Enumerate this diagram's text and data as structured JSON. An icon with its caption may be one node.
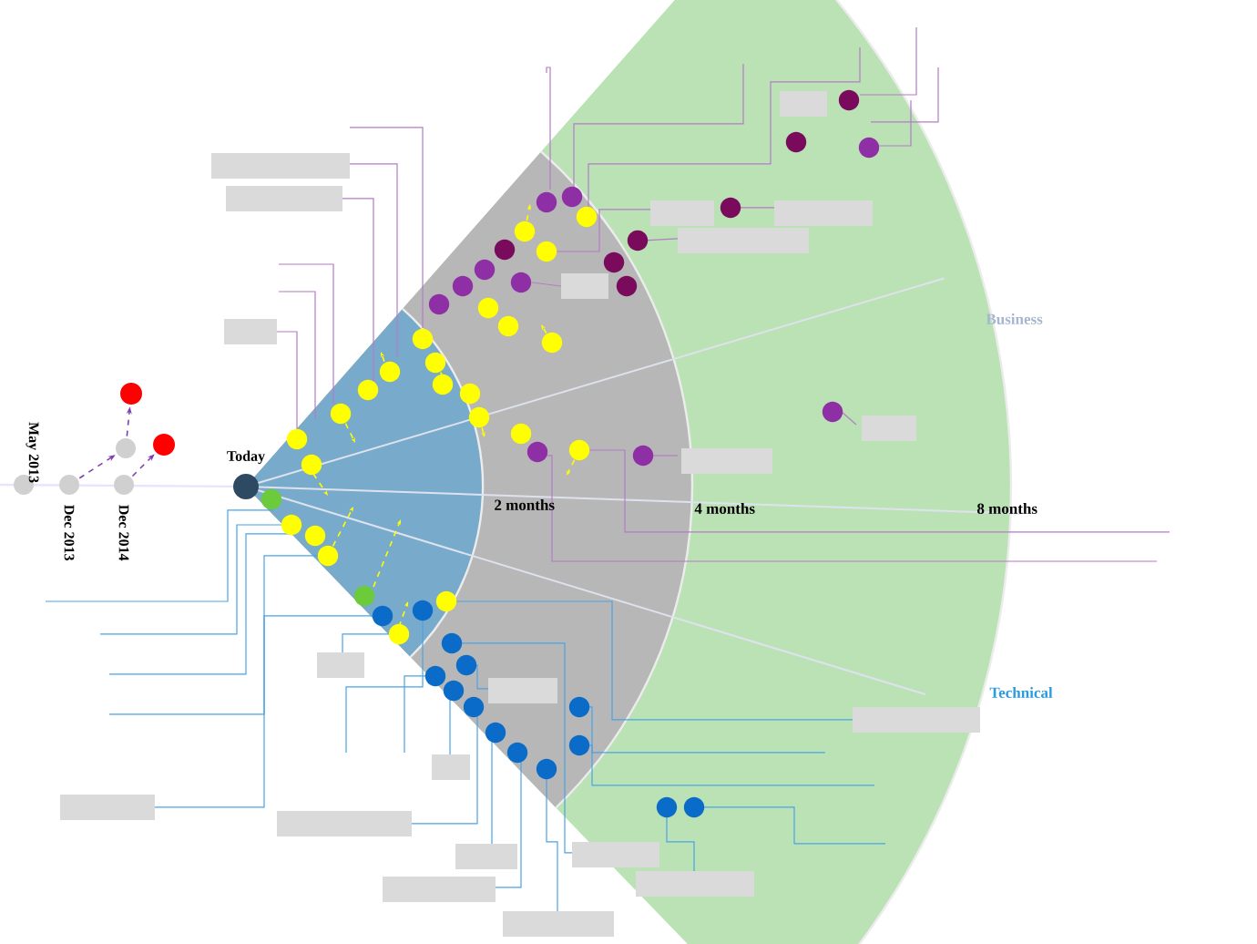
{
  "diagram": {
    "nodes": [
      {
        "text": [],
        "shape": "circle",
        "beside": [
          "May 2013"
        ]
      },
      {
        "text": [],
        "shape": "circle",
        "beside": [
          "Dec 2013"
        ]
      },
      {
        "text": [],
        "shape": "circle",
        "beside": [
          "Dec 2014"
        ]
      },
      {
        "text": [],
        "shape": "circle"
      },
      {
        "text": [],
        "shape": "circle"
      },
      {
        "text": [],
        "shape": "circle"
      },
      {
        "text": [],
        "shape": "circle",
        "beside": [
          "Today"
        ]
      }
    ],
    "edges": [
      {
        "from": 1,
        "to": 3,
        "arrow": "to",
        "style": "dashed"
      },
      {
        "from": 3,
        "to": 4,
        "arrow": "to",
        "style": "dashed"
      },
      {
        "from": 2,
        "to": 5,
        "arrow": "to",
        "style": "dashed"
      }
    ],
    "labels": [
      "Business",
      "2 months",
      "4 months",
      "8 months",
      "Technical"
    ]
  }
}
